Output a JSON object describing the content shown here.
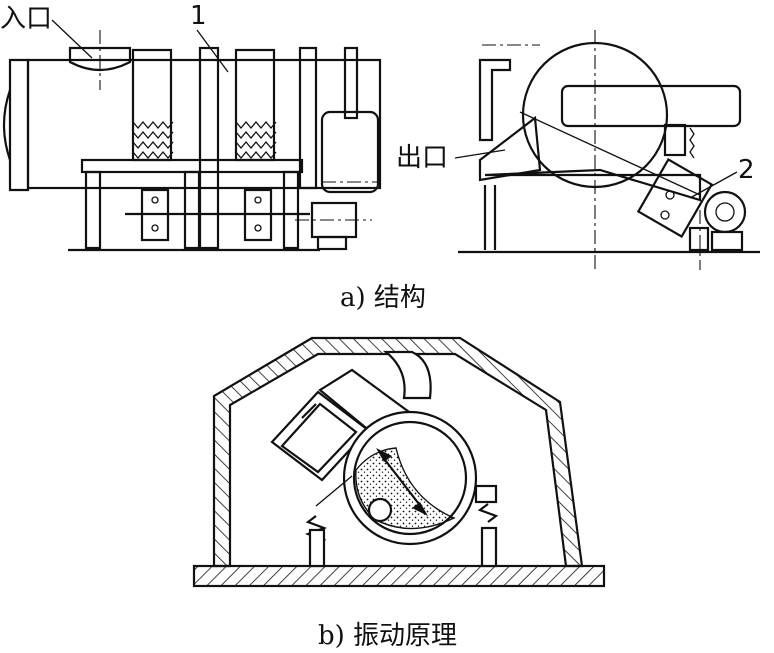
{
  "labels": {
    "inlet": "入口",
    "outlet": "出口",
    "callout_1": "1",
    "callout_2": "2"
  },
  "captions": {
    "a": "a) 结构",
    "b": "b) 振动原理"
  }
}
